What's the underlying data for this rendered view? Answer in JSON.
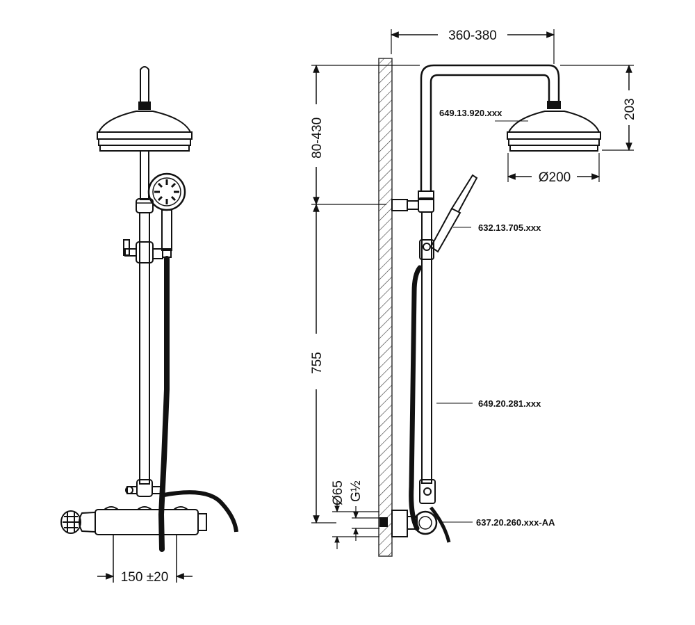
{
  "dimensions": {
    "arm_projection": "360-380",
    "head_drop": "203",
    "riser_extension": "80-430",
    "head_diameter": "Ø200",
    "riser_height": "755",
    "inlet_centres": "150 ±20",
    "escutcheon_diameter": "Ø65",
    "thread": "G½"
  },
  "part_numbers": {
    "shower_head": "649.13.920.xxx",
    "handset": "632.13.705.xxx",
    "riser_rail": "649.20.281.xxx",
    "thermostatic_valve": "637.20.260.xxx-AA"
  }
}
